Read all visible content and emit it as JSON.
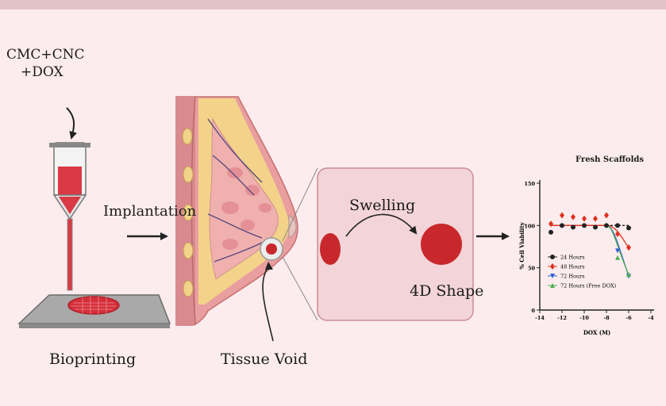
{
  "labels": {
    "input_line1": "CMC+CNC",
    "input_line2": "+DOX",
    "bioprinting": "Bioprinting",
    "implantation": "Implantation",
    "tissue_void": "Tissue Void",
    "swelling": "Swelling",
    "shape_4d": "4D Shape"
  },
  "colors": {
    "background": "#fcecee",
    "scaffold_red": "#c8282b",
    "panel_fill": "#f3d4d8",
    "tissue_pink": "#e99ea0",
    "fat_yellow": "#f3d28a"
  },
  "chart_data": {
    "type": "scatter",
    "title": "Fresh Scaffolds",
    "xlabel": "DOX (M)",
    "ylabel": "% Cell Viability",
    "xlim": [
      -14,
      -4
    ],
    "ylim": [
      0,
      150
    ],
    "xticks": [
      -14,
      -12,
      -10,
      -8,
      -6,
      -4
    ],
    "yticks": [
      0,
      50,
      100,
      150
    ],
    "legend_position": "lower-left",
    "series": [
      {
        "name": "24 Hours",
        "color": "#222222",
        "marker": "circle",
        "x": [
          -13,
          -12,
          -11,
          -10,
          -9,
          -8,
          -7,
          -6
        ],
        "y": [
          92,
          100,
          98,
          100,
          98,
          100,
          100,
          97
        ]
      },
      {
        "name": "48 Hours",
        "color": "#e0301e",
        "marker": "diamond",
        "x": [
          -13,
          -12,
          -11,
          -10,
          -9,
          -8,
          -7,
          -6
        ],
        "y": [
          102,
          112,
          110,
          108,
          108,
          112,
          90,
          74
        ]
      },
      {
        "name": "72 Hours",
        "color": "#2f5fd6",
        "marker": "triangle-down",
        "x": [
          -7,
          -6
        ],
        "y": [
          70,
          40
        ]
      },
      {
        "name": "72 Hours (Free DOX)",
        "color": "#4caf50",
        "marker": "triangle-up",
        "x": [
          -7,
          -6
        ],
        "y": [
          62,
          42
        ]
      }
    ]
  }
}
